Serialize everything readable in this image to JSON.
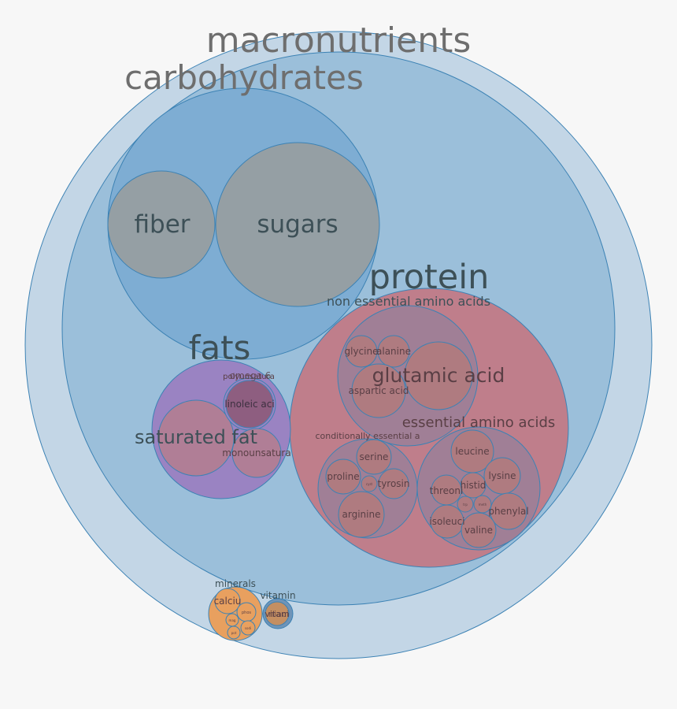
{
  "chart_data": {
    "type": "packed-circle",
    "root": {
      "name": "macronutrients",
      "children": [
        {
          "name": "carbohydrates",
          "children": [
            {
              "name": "fiber"
            },
            {
              "name": "sugars"
            }
          ]
        },
        {
          "name": "protein",
          "children": [
            {
              "name": "non essential amino acids",
              "children": [
                {
                  "name": "glycine"
                },
                {
                  "name": "alanine"
                },
                {
                  "name": "glutamic acid"
                },
                {
                  "name": "aspartic acid"
                }
              ]
            },
            {
              "name": "essential amino acids",
              "children": [
                {
                  "name": "leucine"
                },
                {
                  "name": "lysine"
                },
                {
                  "name": "histid"
                },
                {
                  "name": "threoni"
                },
                {
                  "name": "phenylal"
                },
                {
                  "name": "isoleuci"
                },
                {
                  "name": "valine"
                },
                {
                  "name": "trp"
                },
                {
                  "name": "meth"
                }
              ]
            },
            {
              "name": "conditionally essential a",
              "children": [
                {
                  "name": "serine"
                },
                {
                  "name": "proline"
                },
                {
                  "name": "tyrosin"
                },
                {
                  "name": "arginine"
                },
                {
                  "name": "cyst"
                }
              ]
            }
          ]
        },
        {
          "name": "fats",
          "children": [
            {
              "name": "saturated fat"
            },
            {
              "name": "monounsatura"
            },
            {
              "name": "polyunsatura",
              "children": [
                {
                  "name": "omega 6"
                },
                {
                  "name": "linoleic aci"
                }
              ]
            }
          ]
        },
        {
          "name": "minerals",
          "children": [
            {
              "name": "calciu"
            },
            {
              "name": "phos"
            },
            {
              "name": "mag"
            },
            {
              "name": "sodi"
            },
            {
              "name": "pot"
            }
          ]
        },
        {
          "name": "vitamin",
          "children": [
            {
              "name": "vitam"
            },
            {
              "name": "niaci"
            }
          ]
        }
      ]
    },
    "colors": {
      "root_fill": "#c3d6e6",
      "carbs_outer_fill": "#9bbfda",
      "carbs_inner_fill": "#7eadd3",
      "leaf_grey": "#959fa4",
      "protein_fill": "#bf7e8b",
      "amino_group_fill": "#a07f96",
      "amino_leaf_fill": "#af7b80",
      "fats_fill": "#9a83c2",
      "fats_leaf_fill": "#b07e96",
      "omega_fill": "#8e5e80",
      "minerals_fill": "#e8a05f",
      "vitamin_fill": "#6f94b8",
      "vitamin_leaf_fill": "#c48f62",
      "stroke": "#3c82b4",
      "title_text": "#6e6e6e",
      "dark_text": "#3d5057"
    }
  }
}
